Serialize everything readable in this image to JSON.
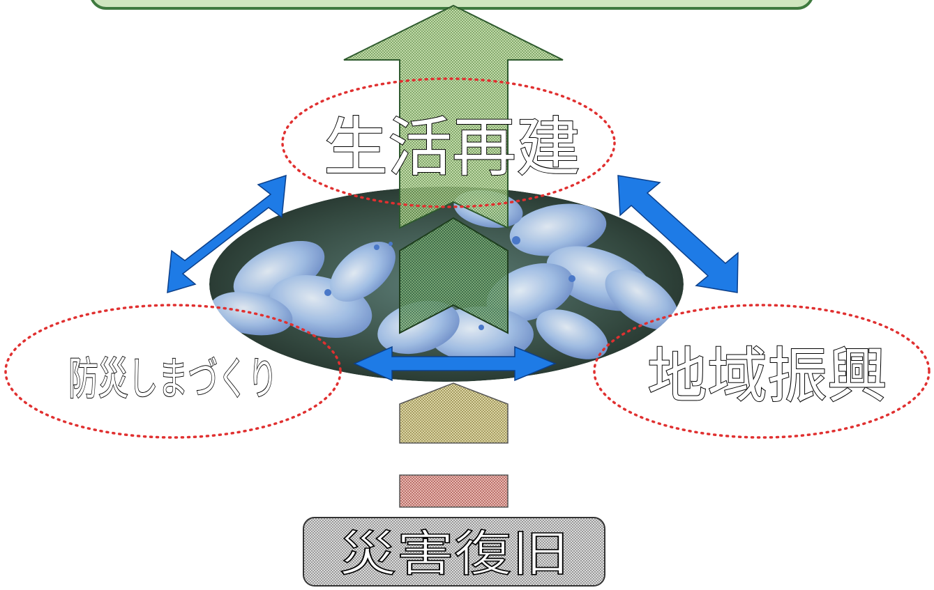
{
  "diagram": {
    "top_goal": "生活再建",
    "left_goal": "防災しまづくり",
    "right_goal": "地域振興",
    "base": "災害復旧"
  },
  "colors": {
    "green_fill": "#9bbf7a",
    "green_stroke": "#2f5f2f",
    "blue_arrow": "#1e7be6",
    "red_dots": "#e03030",
    "tan_block": "#c9c08a",
    "pink_block": "#d99a94",
    "grey_box": "#c4c4c4"
  },
  "icons": {
    "center_image": "hydrangea-flower-photo",
    "top_arrow": "up-arrow",
    "links": "double-headed-arrow"
  }
}
